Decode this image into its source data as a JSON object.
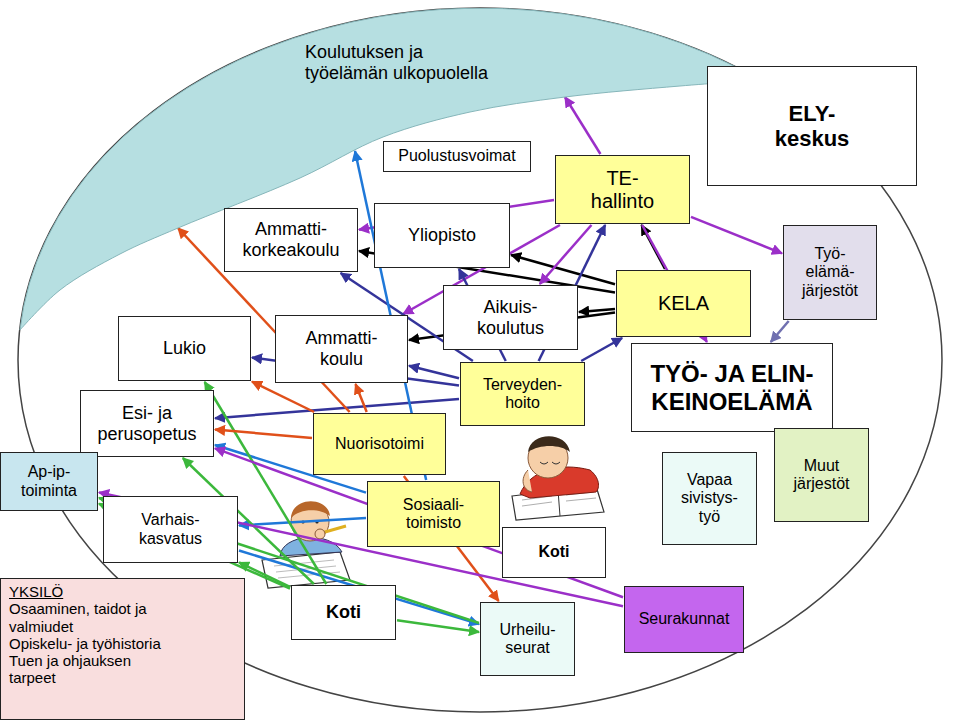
{
  "diagram": {
    "nodes": [
      {
        "text": [
          "Koulutuksen ja työelämän ulkopuolella"
        ]
      },
      {
        "text": [
          "ELY- keskus"
        ]
      },
      {
        "text": [
          "Puolustusvoimat"
        ]
      },
      {
        "text": [
          "TE- hallinto"
        ]
      },
      {
        "text": [
          "Ammatti- korkeakoulu"
        ]
      },
      {
        "text": [
          "Yliopisto"
        ]
      },
      {
        "text": [
          "Työ- elämä- järjestöt"
        ]
      },
      {
        "text": [
          "KELA"
        ]
      },
      {
        "text": [
          "Lukio"
        ]
      },
      {
        "text": [
          "Ammatti- koulu"
        ]
      },
      {
        "text": [
          "Aikuis- koulutus"
        ]
      },
      {
        "text": [
          "TYÖ- JA ELIN- KEINOELÄMÄ"
        ]
      },
      {
        "text": [
          "Terveyden- hoito"
        ]
      },
      {
        "text": [
          "Esi- ja perusopetus"
        ]
      },
      {
        "text": [
          "Nuorisotoimi"
        ]
      },
      {
        "text": [
          "Ap-ip- toiminta"
        ]
      },
      {
        "text": [
          "Vapaa sivistys- työ"
        ]
      },
      {
        "text": [
          "Muut järjestöt"
        ]
      },
      {
        "text": [
          "Varhais- kasvatus"
        ]
      },
      {
        "text": [
          "Sosiaali- toimisto"
        ]
      },
      {
        "text": [
          "Koti"
        ]
      },
      {
        "text": [
          "YKSILÖ",
          "Osaaminen, taidot ja valmiudet",
          "Opiskelu- ja työhistoria",
          "Tuen ja ohjauksen tarpeet"
        ]
      },
      {
        "text": [
          "Koti"
        ]
      },
      {
        "text": [
          "Urheilu- seurat"
        ]
      },
      {
        "text": [
          "Seurakunnat"
        ]
      }
    ],
    "edges": [
      {
        "from": 7,
        "to": 3,
        "arrow": "to"
      },
      {
        "from": 7,
        "to": 5,
        "arrow": "to"
      },
      {
        "from": 7,
        "to": 4,
        "arrow": "to"
      },
      {
        "from": 7,
        "to": 10,
        "arrow": "to"
      },
      {
        "from": 7,
        "to": 9,
        "arrow": "to"
      },
      {
        "from": 3,
        "to": 0,
        "arrow": "to"
      },
      {
        "from": 3,
        "to": 4,
        "arrow": "to"
      },
      {
        "from": 3,
        "to": 9,
        "arrow": "to"
      },
      {
        "from": 3,
        "to": 10,
        "arrow": "to"
      },
      {
        "from": 3,
        "to": 6,
        "arrow": "to"
      },
      {
        "from": 3,
        "to": 11,
        "arrow": "to"
      },
      {
        "from": 12,
        "to": 3,
        "arrow": "to"
      },
      {
        "from": 12,
        "to": 7,
        "arrow": "to"
      },
      {
        "from": 12,
        "to": 5,
        "arrow": "to"
      },
      {
        "from": 12,
        "to": 4,
        "arrow": "to"
      },
      {
        "from": 12,
        "to": 9,
        "arrow": "to"
      },
      {
        "from": 12,
        "to": 8,
        "arrow": "to"
      },
      {
        "from": 12,
        "to": 13,
        "arrow": "to"
      },
      {
        "from": 19,
        "to": 0,
        "arrow": "to"
      },
      {
        "from": 19,
        "to": 13,
        "arrow": "to"
      },
      {
        "from": 19,
        "to": 18,
        "arrow": "to"
      },
      {
        "from": 18,
        "to": 23,
        "arrow": "to"
      },
      {
        "from": 22,
        "to": 8,
        "arrow": "to"
      },
      {
        "from": 22,
        "to": 13,
        "arrow": "to"
      },
      {
        "from": 22,
        "to": 15,
        "arrow": "to"
      },
      {
        "from": 22,
        "to": 18,
        "arrow": "to"
      },
      {
        "from": 22,
        "to": 23,
        "arrow": "to"
      },
      {
        "from": 23,
        "to": 15,
        "arrow": "to"
      },
      {
        "from": 14,
        "to": 0,
        "arrow": "to"
      },
      {
        "from": 14,
        "to": 9,
        "arrow": "to"
      },
      {
        "from": 14,
        "to": 8,
        "arrow": "to"
      },
      {
        "from": 14,
        "to": 13,
        "arrow": "to"
      },
      {
        "from": 14,
        "to": 23,
        "arrow": "to"
      },
      {
        "from": 24,
        "to": 13,
        "arrow": "to"
      },
      {
        "from": 24,
        "to": 15,
        "arrow": "to"
      },
      {
        "from": 6,
        "to": 11,
        "arrow": "to"
      }
    ]
  }
}
